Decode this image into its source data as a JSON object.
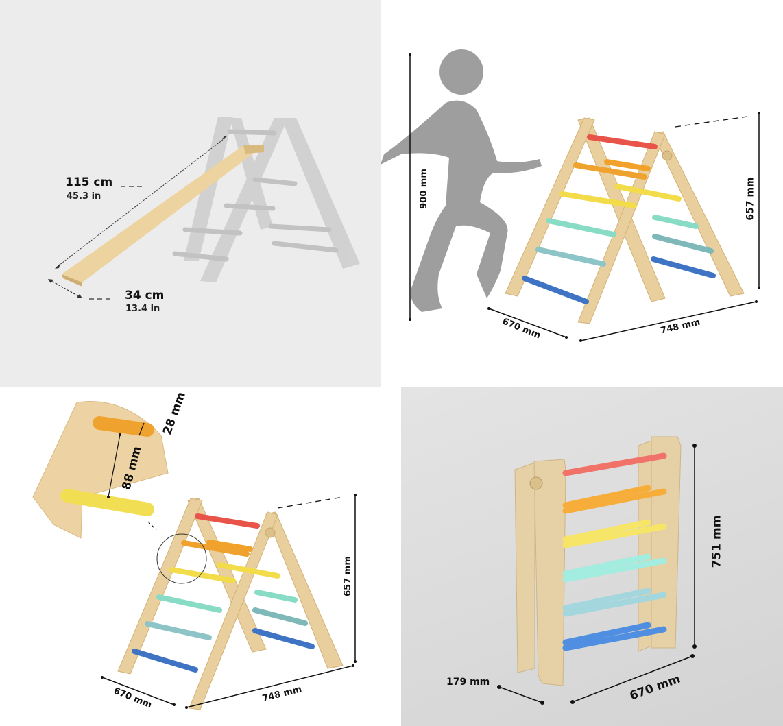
{
  "panels": [
    {
      "id": "slide-board",
      "background": "#ececec",
      "labels": {
        "length_metric": "115 cm",
        "length_imperial": "45.3 in",
        "width_metric": "34 cm",
        "width_imperial": "13.4 in"
      }
    },
    {
      "id": "child-scale",
      "background": "#ffffff",
      "labels": {
        "child_height": "900 mm",
        "height": "657 mm",
        "depth": "670 mm",
        "width": "748 mm"
      }
    },
    {
      "id": "rung-detail",
      "background": "#ffffff",
      "labels": {
        "rung_diameter": "28 mm",
        "rung_spacing": "88 mm",
        "height": "657 mm",
        "depth": "670 mm",
        "width": "748 mm"
      }
    },
    {
      "id": "folded",
      "background": "#dadada",
      "labels": {
        "height": "751 mm",
        "folded_depth": "179 mm",
        "depth": "670 mm"
      }
    }
  ],
  "rung_colors": [
    "#e8544a",
    "#f2a22a",
    "#f3dc4a",
    "#88dcc6",
    "#8cc4c8",
    "#3f74c4"
  ],
  "wood_color": "#e9cf9d",
  "ghost_color": "#c9c9c9"
}
